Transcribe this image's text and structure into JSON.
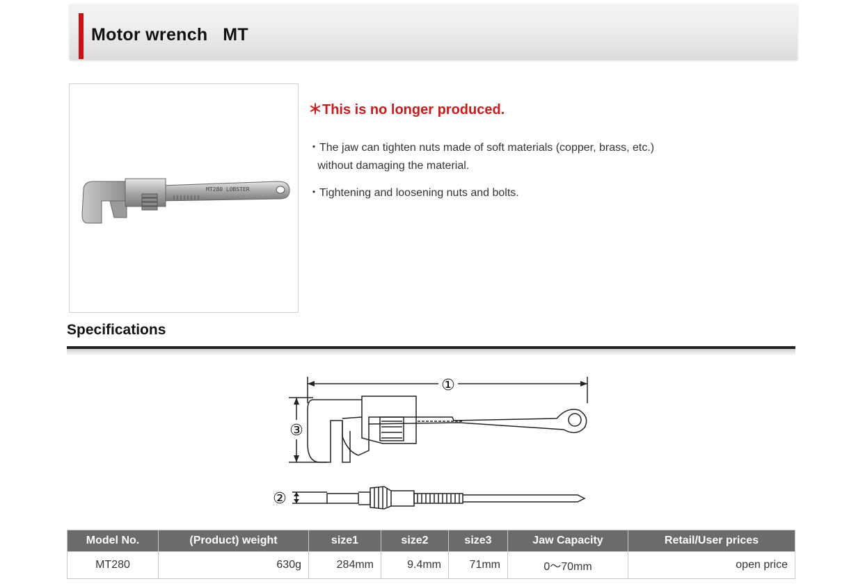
{
  "header": {
    "title": "Motor wrench   MT"
  },
  "product": {
    "notice": "＊This is no longer produced.",
    "description": [
      "・The jaw can tighten nuts made of soft materials (copper, brass, etc.)",
      "   without damaging the material.",
      "・Tightening and loosening nuts and bolts."
    ],
    "photo_engraving": "MT280 LOBSTER"
  },
  "specifications": {
    "heading": "Specifications",
    "diagram_labels": [
      "①",
      "②",
      "③"
    ],
    "table": {
      "headers": [
        "Model No.",
        "(Product) weight",
        "size1",
        "size2",
        "size3",
        "Jaw Capacity",
        "Retail/User prices"
      ],
      "rows": [
        [
          "MT280",
          "630g",
          "284mm",
          "9.4mm",
          "71mm",
          "0〜70mm",
          "open price"
        ]
      ]
    }
  },
  "colors": {
    "accent": "#d01010",
    "notice": "#d21818",
    "table_header": "#6b6b6b"
  }
}
